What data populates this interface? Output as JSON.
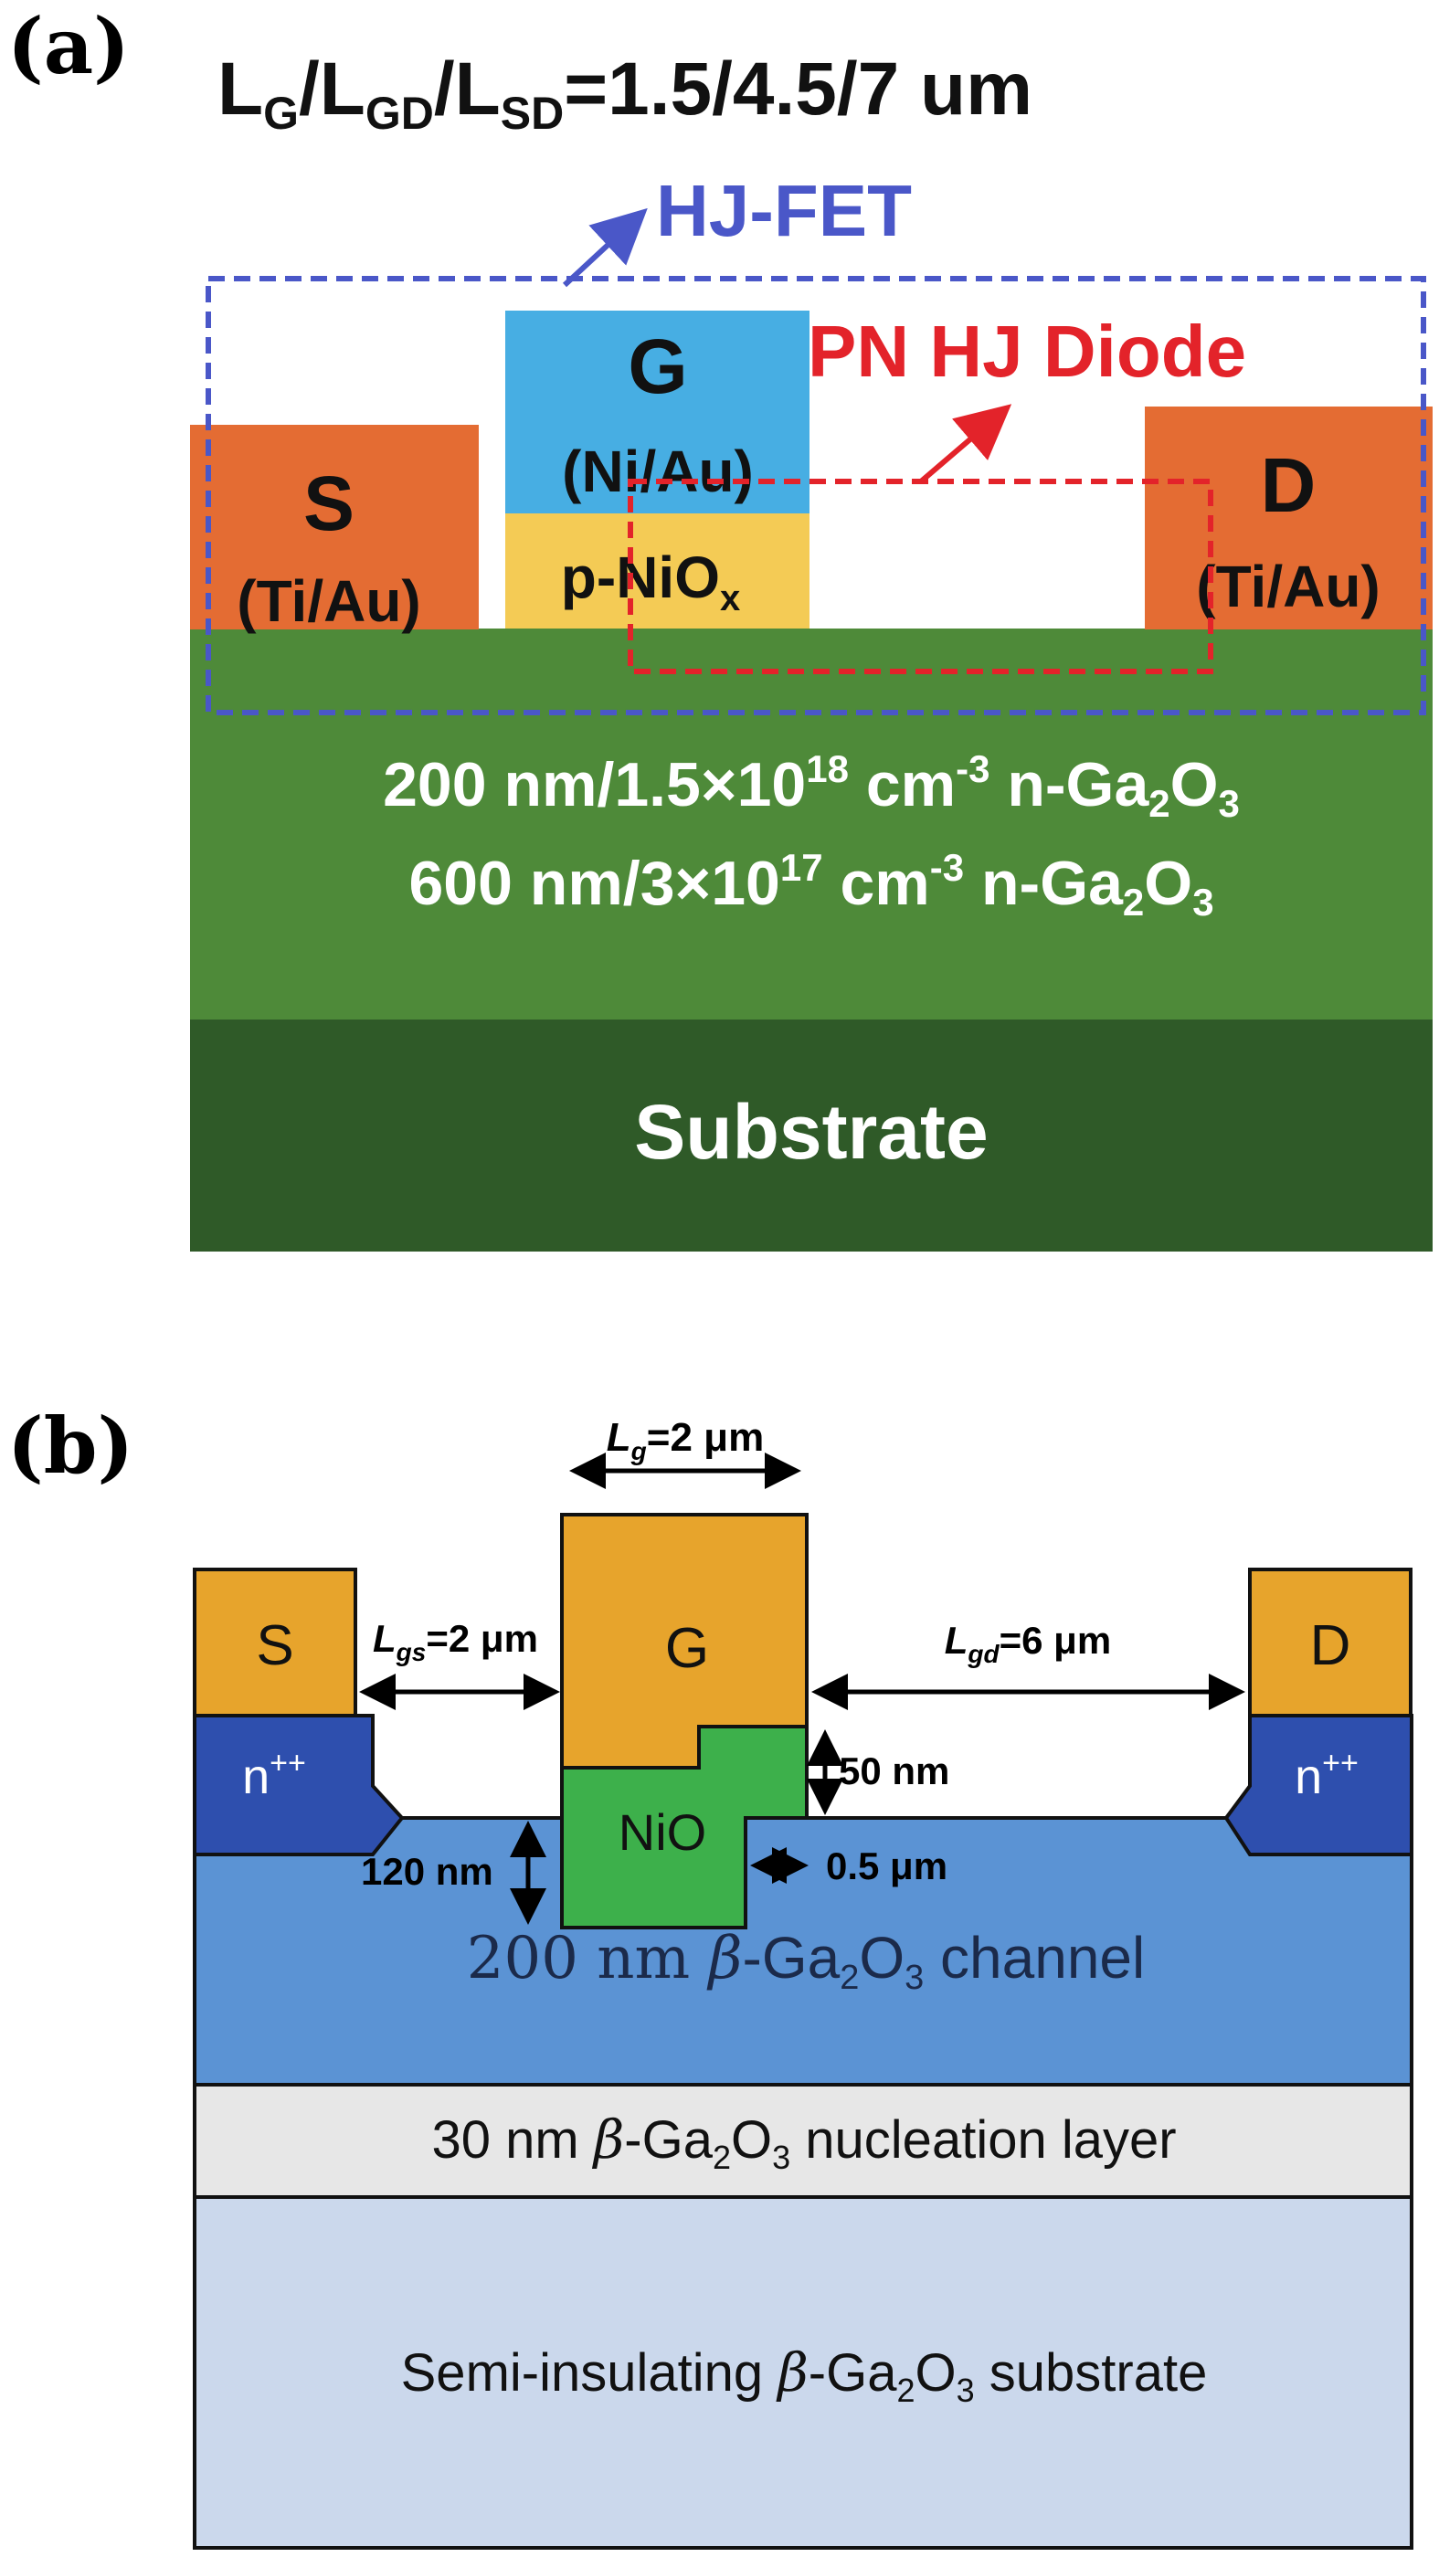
{
  "panel_a": {
    "panel_label": "(a)",
    "title": {
      "pre1": "L",
      "sub1": "G",
      "pre2": "/L",
      "sub2": "GD",
      "pre3": "/L",
      "sub3": "SD",
      "post": "=1.5/4.5/7 um"
    },
    "hjfet_label": "HJ-FET",
    "diode_label": "PN HJ Diode",
    "gate": {
      "letter": "G",
      "metal": "(Ni/Au)"
    },
    "source": {
      "letter": "S",
      "metal": "(Ti/Au)"
    },
    "drain": {
      "letter": "D",
      "metal": "(Ti/Au)"
    },
    "pniox": {
      "main": "p-NiO",
      "sub": "x"
    },
    "layer1": {
      "a": "200 nm/1.5×10",
      "sup1": "18",
      "b": " cm",
      "sup2": "-3",
      "c": " n-Ga",
      "sub1": "2",
      "d": "O",
      "sub2": "3"
    },
    "layer2": {
      "a": "600 nm/3×10",
      "sup1": "17",
      "b": " cm",
      "sup2": "-3",
      "c": " n-Ga",
      "sub1": "2",
      "d": "O",
      "sub2": "3"
    },
    "substrate": "Substrate",
    "colors": {
      "source_drain": "#e46c33",
      "gate": "#47aee3",
      "pniox": "#f4cb55",
      "epi": "#4e8a39",
      "substrate": "#2f5a28",
      "hjfet_box": "#4a57c8",
      "diode_box": "#e3232a"
    }
  },
  "panel_b": {
    "panel_label": "(b)",
    "lg": {
      "L": "L",
      "sub": "g",
      "val": "=2 μm"
    },
    "lgs": {
      "L": "L",
      "sub": "gs",
      "val": "=2 μm"
    },
    "lgd": {
      "L": "L",
      "sub": "gd",
      "val": "=6 μm"
    },
    "source": "S",
    "gate": "G",
    "drain": "D",
    "nplus_left": {
      "n": "n",
      "sup": "++"
    },
    "nplus_right": {
      "n": "n",
      "sup": "++"
    },
    "nio": "NiO",
    "dim_50nm": "50 nm",
    "dim_120nm": "120 nm",
    "dim_05um": "0.5 μm",
    "channel": {
      "a": "200 nm ",
      "beta": "β",
      "b": "-Ga",
      "sub1": "2",
      "c": "O",
      "sub2": "3",
      "d": " channel"
    },
    "nucleation": {
      "a": "30 nm ",
      "beta": "β",
      "b": "-Ga",
      "sub1": "2",
      "c": "O",
      "sub2": "3",
      "d": " nucleation layer"
    },
    "substrate": {
      "a": "Semi-insulating ",
      "beta": "β",
      "b": "-Ga",
      "sub1": "2",
      "c": "O",
      "sub2": "3",
      "d": " substrate"
    },
    "colors": {
      "metal": "#e7a42c",
      "nplus": "#2e4fae",
      "nio": "#3db04b",
      "channel": "#5b93d4",
      "nucleation": "#e7e7e7",
      "substrate": "#cbd8ec"
    }
  }
}
